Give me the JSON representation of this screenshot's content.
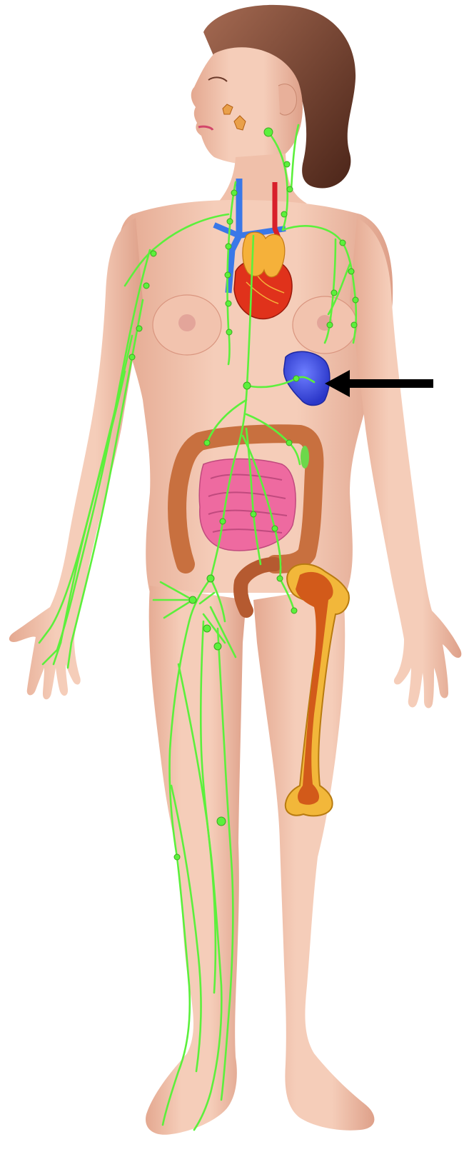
{
  "figure": {
    "kind": "anatomical-illustration",
    "subject": "female-body-lymphatic-system",
    "labels": [],
    "colors": {
      "background": "#ffffff",
      "skin": "#f2c3ae",
      "skin_shadow": "#d9957f",
      "hair": "#6b3a2a",
      "lymph": "#5cf03c",
      "lymph_dark": "#3aa81e",
      "spleen": "#3b4bf0",
      "thymus": "#f5b13a",
      "heart": "#e0321b",
      "vein": "#3a78e8",
      "artery": "#d8202b",
      "colon": "#c8703f",
      "small_intestine": "#ee6aa0",
      "bone_outer": "#f2b73a",
      "bone_marrow": "#d25a1a",
      "arrow": "#000000"
    },
    "highlighted_structure": "spleen",
    "pointer": "arrow-pointing-left"
  }
}
